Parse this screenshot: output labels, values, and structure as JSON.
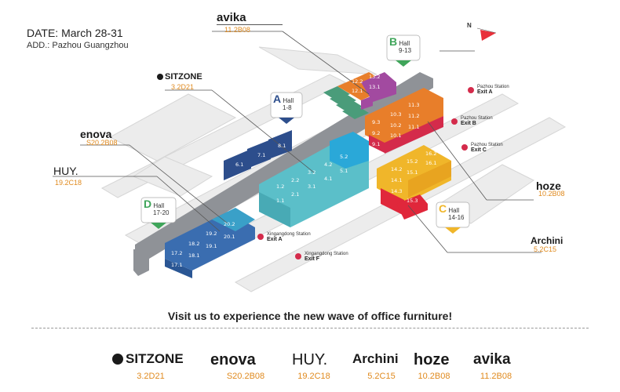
{
  "header": {
    "date": "DATE: March 28-31",
    "address": "ADD.: Pazhou Guangzhou"
  },
  "compass": {
    "letter": "N"
  },
  "callouts": {
    "avika": {
      "brand": "avika",
      "code": "11.2B08"
    },
    "sitzone": {
      "brand": "SITZONE",
      "code": "3.2D21"
    },
    "enova": {
      "brand": "enova",
      "code": "S20.2B08"
    },
    "huy": {
      "brand": "HUY.",
      "code": "19.2C18"
    },
    "hoze": {
      "brand": "hoze",
      "code": "10.2B08"
    },
    "archini": {
      "brand": "Archini",
      "code": "5.2C15"
    }
  },
  "hall_badges": [
    {
      "letter": "A",
      "label": "Hall",
      "range": "1-8"
    },
    {
      "letter": "B",
      "label": "Hall",
      "range": "9-13"
    },
    {
      "letter": "C",
      "label": "Hall",
      "range": "14-16"
    },
    {
      "letter": "D",
      "label": "Hall",
      "range": "17-20"
    }
  ],
  "stations": [
    {
      "name": "Pazhou Station",
      "exit": "Exit A"
    },
    {
      "name": "Pazhou Station",
      "exit": "Exit B"
    },
    {
      "name": "Pazhou Station",
      "exit": "Exit C"
    },
    {
      "name": "Xingangdong Station",
      "exit": "Exit A"
    },
    {
      "name": "Xingangdong Station",
      "exit": "Exit F"
    }
  ],
  "halls": {
    "A": [
      "1.1",
      "1.2",
      "2.1",
      "2.2",
      "3.1",
      "3.2",
      "4.1",
      "4.2",
      "5.1",
      "5.2",
      "6.1",
      "7.1",
      "8.1"
    ],
    "B": [
      "9.1",
      "9.2",
      "9.3",
      "10.1",
      "10.2",
      "10.3",
      "11.1",
      "11.2",
      "11.3",
      "12.1",
      "12.2",
      "13.1",
      "13.2"
    ],
    "C": [
      "14.1",
      "14.2",
      "14.3",
      "15.1",
      "15.2",
      "15.3",
      "16.1",
      "16.2"
    ],
    "D": [
      "17.1",
      "17.2",
      "18.1",
      "18.2",
      "19.1",
      "19.2",
      "20.1",
      "20.2"
    ]
  },
  "colors": {
    "hallA_teal": "#5bbfc9",
    "hallA_navy": "#2d4e8c",
    "hallA_cyan": "#2aa8d8",
    "hallB_orange": "#e87e2a",
    "hallB_red": "#d42b4b",
    "hallB_purple": "#a24aa0",
    "hallC_yellow": "#f0b62a",
    "hallC_red": "#e0273b",
    "hallD_blue": "#3a6db0",
    "hallD_cyan": "#3aa0c8",
    "hall_green": "#3fa55a",
    "accent_orange": "#e08a1e",
    "compass_red": "#e8303a"
  },
  "tagline": "Visit us to experience the new wave of office furniture!",
  "brands_footer": [
    {
      "brand": "SITZONE",
      "code": "3.2D21"
    },
    {
      "brand": "enova",
      "code": "S20.2B08"
    },
    {
      "brand": "HUY.",
      "code": "19.2C18"
    },
    {
      "brand": "Archini",
      "code": "5.2C15"
    },
    {
      "brand": "hoze",
      "code": "10.2B08"
    },
    {
      "brand": "avika",
      "code": "11.2B08"
    }
  ]
}
